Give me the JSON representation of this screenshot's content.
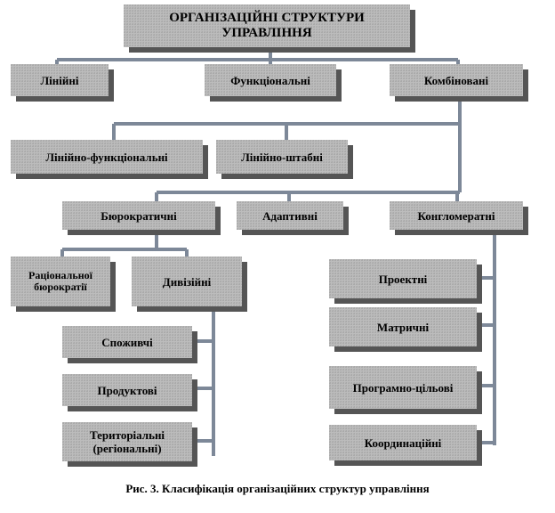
{
  "title": "ОРГАНІЗАЦІЙНІ  СТРУКТУРИ  УПРАВЛІННЯ",
  "level1": {
    "linear": "Лінійні",
    "functional": "Функціональні",
    "combined": "Комбіновані"
  },
  "combined_children": {
    "linear_functional": "Лінійно-функціональні",
    "linear_staff": "Лінійно-штабні"
  },
  "level3": {
    "bureaucratic": "Бюрократичні",
    "adaptive": "Адаптивні",
    "conglomerate": "Конгломератні"
  },
  "bureaucratic_children": {
    "rational": "Раціональної бюрократії",
    "divisional": "Дивізійні"
  },
  "divisional_children": {
    "consumer": "Споживчі",
    "product": "Продуктові",
    "territorial": "Територіальні (регіональні)"
  },
  "conglomerate_children": {
    "project": "Проектні",
    "matrix": "Матричні",
    "program_target": "Програмно-цільові",
    "coordination": "Координаційні"
  },
  "caption": "Рис. 3. Класифікація організаційних структур  управління",
  "colors": {
    "box_fill": "#bcbcbc",
    "box_shadow": "#555555",
    "connector": "#6f7b8c"
  }
}
